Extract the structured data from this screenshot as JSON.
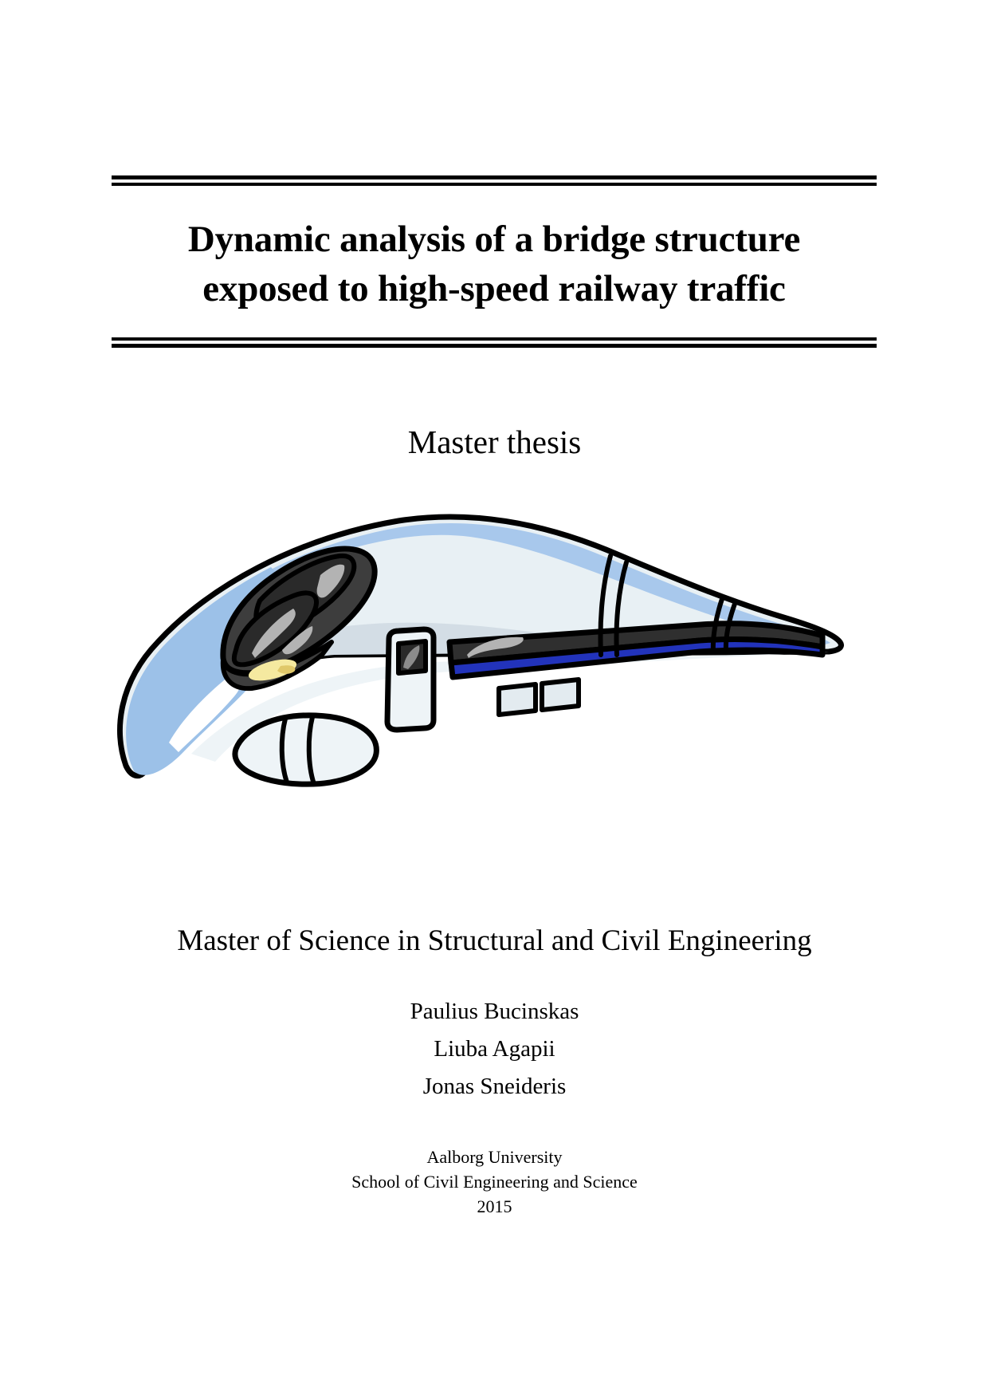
{
  "document": {
    "title_lines": [
      "Dynamic analysis of a bridge structure",
      "exposed to high-speed railway traffic"
    ],
    "subtitle": "Master thesis",
    "degree": "Master of Science in Structural and Civil Engineering",
    "authors": [
      "Paulius Bucinskas",
      "Liuba Agapii",
      "Jonas Sneideris"
    ],
    "footer": {
      "institution": "Aalborg University",
      "department": "School of Civil Engineering and Science",
      "year": "2015"
    }
  },
  "illustration": {
    "name": "high-speed-train-illustration",
    "colors": {
      "outline": "#000000",
      "body_upper": "#e8f0f4",
      "body_mid": "#d3dde5",
      "body_lower_blue": "#9cc1e8",
      "roof_blue": "#a8c8ec",
      "window_strip": "#2f2f2f",
      "accent_stripe": "#2233bb",
      "windshield_dark": "#2a2a2a",
      "windshield_gray": "#3d3d3d",
      "highlight_gray": "#b3b3b3",
      "headlight_yellow": "#f5e9a0",
      "headlight_shadow": "#e0c86a",
      "highlight_white": "#ffffff"
    }
  }
}
